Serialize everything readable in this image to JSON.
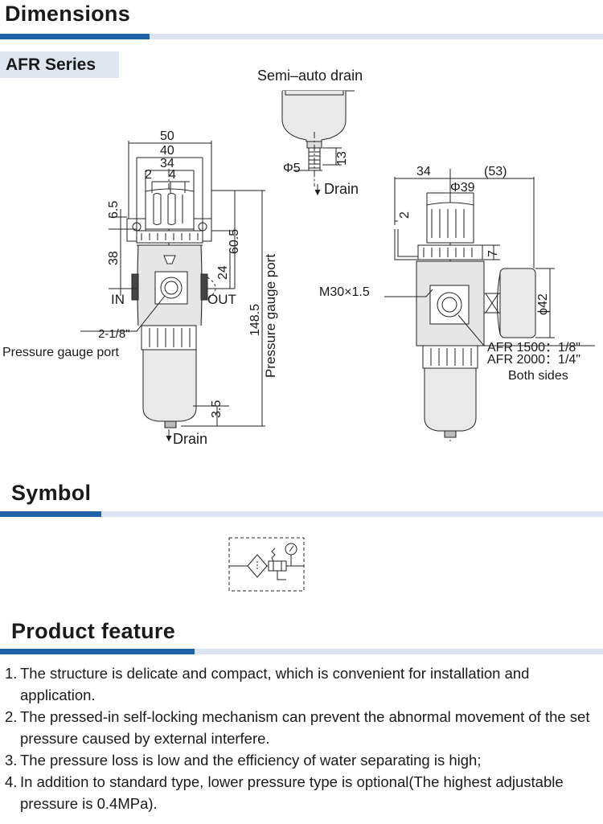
{
  "sections": {
    "dimensions": "Dimensions",
    "symbol": "Symbol",
    "feature": "Product feature"
  },
  "series": "AFR Series",
  "drawing": {
    "semi_auto_drain": "Semi–auto drain",
    "drain": "Drain",
    "drain2": "Drain",
    "phi5": "Φ5",
    "dim_13": "13",
    "dim_50": "50",
    "dim_40": "40",
    "dim_34": "34",
    "dim_2": "2",
    "dim_4": "4",
    "dim_6_5": "6.5",
    "dim_38": "38",
    "dim_60_5": "60.5",
    "dim_24": "24",
    "dim_148_5": "148.5",
    "dim_3_5": "3.5",
    "in": "IN",
    "out": "OUT",
    "port_size": "2-1/8\"",
    "pressure_gauge_port": "Pressure gauge port",
    "pressure_gauge_port_v": "Pressure gauge port",
    "side_34": "34",
    "side_53": "(53)",
    "side_phi39": "Φ39",
    "side_2": "2",
    "side_7": "7",
    "side_m30": "M30×1.5",
    "side_phi42": "ϕ42",
    "afr1500": "AFR 1500：1/8\"",
    "afr2000": "AFR 2000：1/4\"",
    "both_sides": "Both sides"
  },
  "features": [
    {
      "num": "1.",
      "text": "The structure is delicate and compact, which is convenient for installation and application."
    },
    {
      "num": "2.",
      "text": "The pressed-in self-locking mechanism can prevent the abnormal movement of the set pressure caused by external interfere."
    },
    {
      "num": "3.",
      "text": "The pressure loss is low and the efficiency of water separating is high;"
    },
    {
      "num": "4.",
      "text": "In addition to standard type, lower pressure type is optional(The highest adjustable pressure is 0.4MPa)."
    }
  ]
}
